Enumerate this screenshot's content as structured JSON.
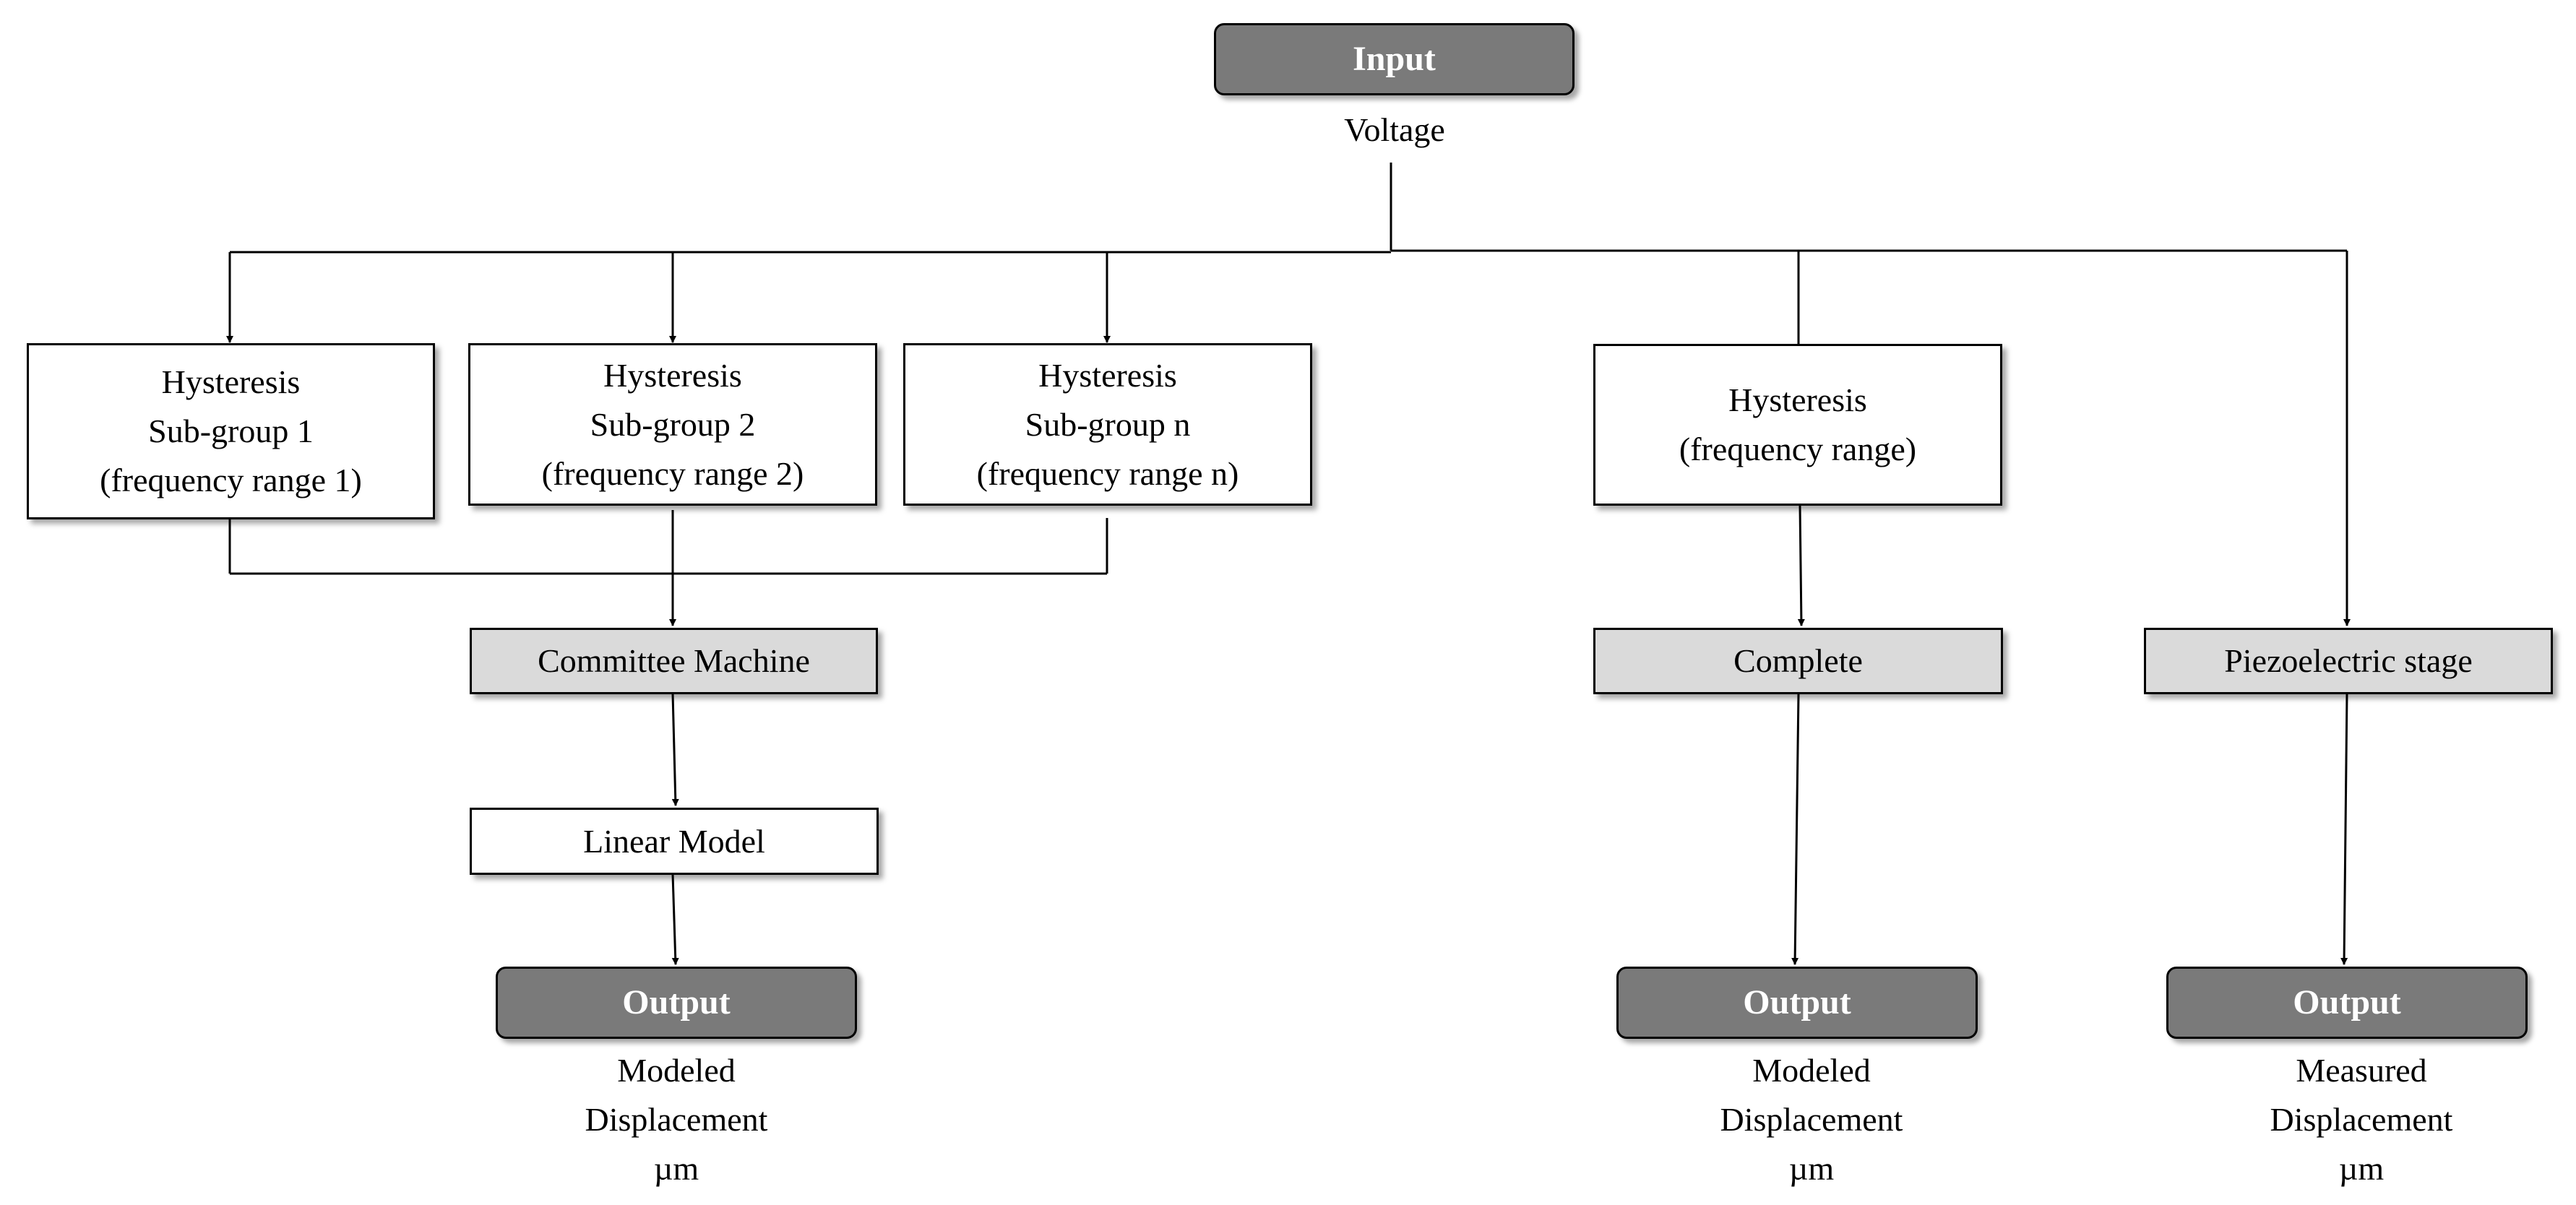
{
  "input": {
    "label": "Input",
    "caption": "Voltage"
  },
  "subgroups": [
    {
      "line1": "Hysteresis",
      "line2": "Sub-group 1",
      "line3": "(frequency range 1)"
    },
    {
      "line1": "Hysteresis",
      "line2": "Sub-group 2",
      "line3": "(frequency range 2)"
    },
    {
      "line1": "Hysteresis",
      "line2": "Sub-group n",
      "line3": "(frequency range n)"
    }
  ],
  "hysteresis_full": {
    "line1": "Hysteresis",
    "line2": "(frequency range)"
  },
  "committee_machine": "Committee Machine",
  "linear_model": "Linear Model",
  "complete": "Complete",
  "piezo_stage": "Piezoelectric stage",
  "outputs": [
    {
      "label": "Output",
      "caption1": "Modeled",
      "caption2": "Displacement",
      "caption3": "µm"
    },
    {
      "label": "Output",
      "caption1": "Modeled",
      "caption2": "Displacement",
      "caption3": "µm"
    },
    {
      "label": "Output",
      "caption1": "Measured",
      "caption2": "Displacement",
      "caption3": "µm"
    }
  ],
  "colors": {
    "terminal_fill": "#7a7a7a",
    "process_fill": "#dadada",
    "box_fill": "#ffffff",
    "line": "#000000"
  }
}
